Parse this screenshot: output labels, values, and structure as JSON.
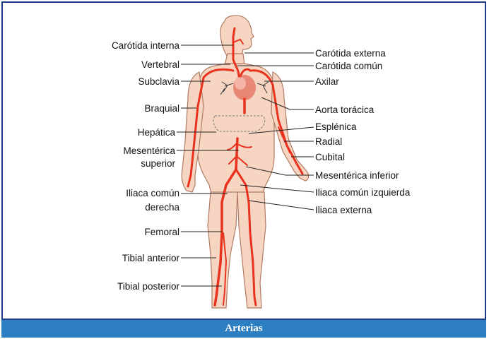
{
  "caption": "Arterias",
  "colors": {
    "frame": "#1f3c88",
    "caption_bg": "#2d7fc1",
    "skin": "#f6d6c2",
    "skin_outline": "#b07a62",
    "artery": "#e8321e"
  },
  "labels_left": {
    "carotida_interna": "Carótida interna",
    "vertebral": "Vertebral",
    "subclavia": "Subclavia",
    "braquial": "Braquial",
    "hepatica": "Hepática",
    "mesenterica_superior_1": "Mesentérica",
    "mesenterica_superior_2": "superior",
    "iliaca_comun_derecha_1": "Iliaca común",
    "iliaca_comun_derecha_2": "derecha",
    "femoral": "Femoral",
    "tibial_anterior": "Tibial anterior",
    "tibial_posterior": "Tibial posterior"
  },
  "labels_right": {
    "carotida_externa": "Carótida externa",
    "carotida_comun": "Carótida común",
    "axilar": "Axilar",
    "aorta_toracica": "Aorta torácica",
    "esplenica": "Esplénica",
    "radial": "Radial",
    "cubital": "Cubital",
    "mesenterica_inferior": "Mesentérica inferior",
    "iliaca_comun_izquierda": "Iliaca común izquierda",
    "iliaca_externa": "Iliaca externa"
  }
}
